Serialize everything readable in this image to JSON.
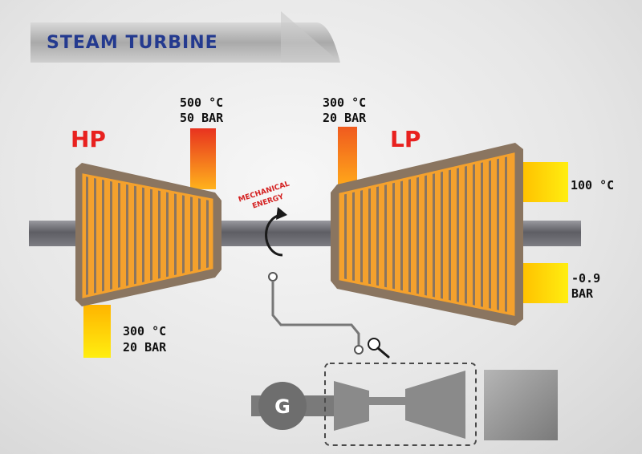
{
  "title": "STEAM TURBINE",
  "hp": {
    "label": "HP",
    "inlet_temp": "500 °C",
    "inlet_pressure": "50 BAR",
    "outlet_temp": "300 °C",
    "outlet_pressure": "20 BAR"
  },
  "lp": {
    "label": "LP",
    "inlet_temp": "300 °C",
    "inlet_pressure": "20 BAR",
    "outlet_top_temp": "100 °C",
    "outlet_bottom_pressure_value": "-0.9",
    "outlet_bottom_pressure_unit": "BAR"
  },
  "mechanical_energy": {
    "line1": "MECHANICAL",
    "line2": "ENERGY"
  },
  "generator": {
    "label": "G"
  },
  "colors": {
    "title": "#243a8f",
    "stage_label": "#e8211f",
    "casing": "#8a7560",
    "blade_fill": "#f4a12d",
    "shaft": "#6f6f73",
    "inlet_pipe": "#f26a21",
    "outlet_pipe": "#ffe000"
  },
  "icons": [
    "rotation-arrow-icon",
    "zoom-magnifier-icon"
  ]
}
